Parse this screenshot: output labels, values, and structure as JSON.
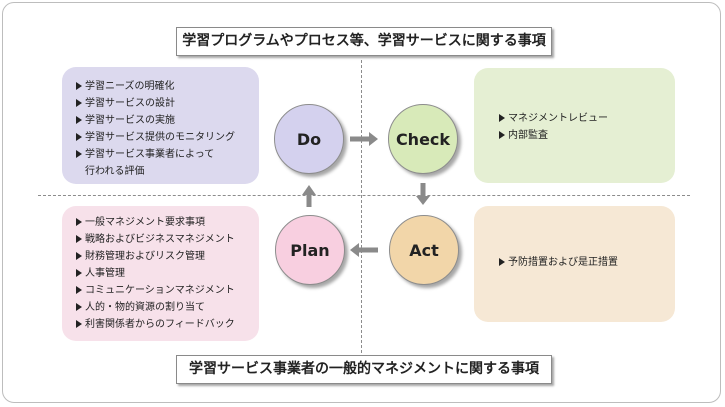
{
  "top_title": "学習プログラムやプロセス等、学習サービスに関する事項",
  "bottom_title": "学習サービス事業者の一般的マネジメントに関する事項",
  "cycle": {
    "do": "Do",
    "check": "Check",
    "act": "Act",
    "plan": "Plan"
  },
  "panels": {
    "do": {
      "items": [
        "学習ニーズの明確化",
        "学習サービスの設計",
        "学習サービスの実施",
        "学習サービス提供のモニタリング",
        "学習サービス事業者によって",
        "行われる評価"
      ]
    },
    "check": {
      "items": [
        "マネジメントレビュー",
        "内部監査"
      ]
    },
    "plan": {
      "items": [
        "一般マネジメント要求事項",
        "戦略およびビジネスマネジメント",
        "財務管理およびリスク管理",
        "人事管理",
        "コミュニケーションマネジメント",
        "人的・物的資源の割り当て",
        "利害関係者からのフィードバック"
      ]
    },
    "act": {
      "items": [
        "予防措置および是正措置"
      ]
    }
  },
  "colors": {
    "do": "#d4d1ee",
    "check": "#d8eab9",
    "act": "#f2d6a9",
    "plan": "#f8cfe0"
  }
}
